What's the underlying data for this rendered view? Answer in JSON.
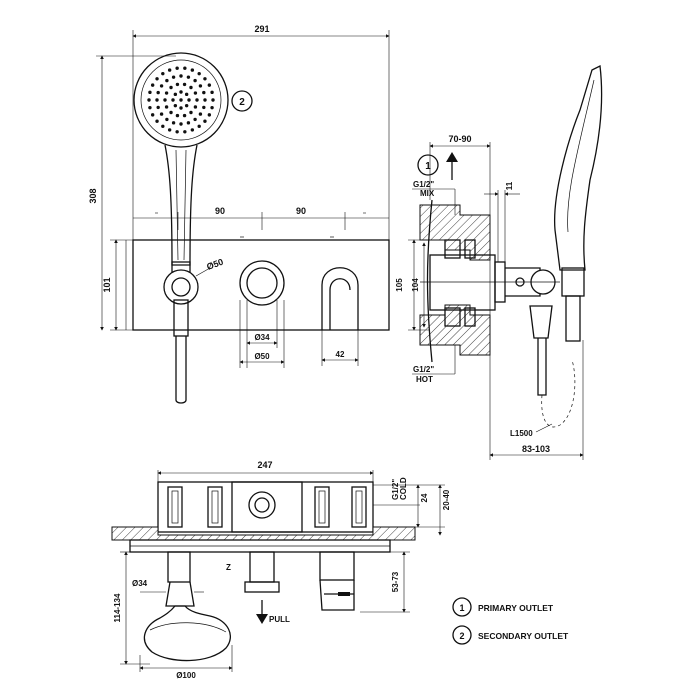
{
  "front_view": {
    "dim_overall_width": "291",
    "dim_overall_height": "308",
    "dim_spacing_1": "90",
    "dim_spacing_2": "90",
    "dim_plate_height": "101",
    "dim_dia_50_label": "Ø50",
    "dim_dia_34": "Ø34",
    "dim_dia_50": "Ø50",
    "dim_lever": "42",
    "callout_2": "2"
  },
  "side_view": {
    "dim_depth": "70-90",
    "dim_offset": "11",
    "dim_104": "104",
    "dim_105": "105",
    "dim_83_103": "83-103",
    "label_mix_thread": "G1/2\"",
    "label_mix": "MIX",
    "label_hot_thread": "G1/2\"",
    "label_hot": "HOT",
    "label_hose": "L1500",
    "callout_1": "1"
  },
  "plan_view": {
    "dim_width": "247",
    "label_cold_thread": "G1/2\"",
    "label_cold": "COLD",
    "dim_24": "24",
    "dim_20_40": "20-40",
    "dim_53_73": "53-73",
    "dim_114_134": "114-134",
    "dim_dia_34": "Ø34",
    "dim_dia_100": "Ø100",
    "label_pull": "PULL",
    "label_z": "Z"
  },
  "legend": {
    "items": [
      {
        "number": "1",
        "label": "PRIMARY OUTLET"
      },
      {
        "number": "2",
        "label": "SECONDARY OUTLET"
      }
    ]
  }
}
